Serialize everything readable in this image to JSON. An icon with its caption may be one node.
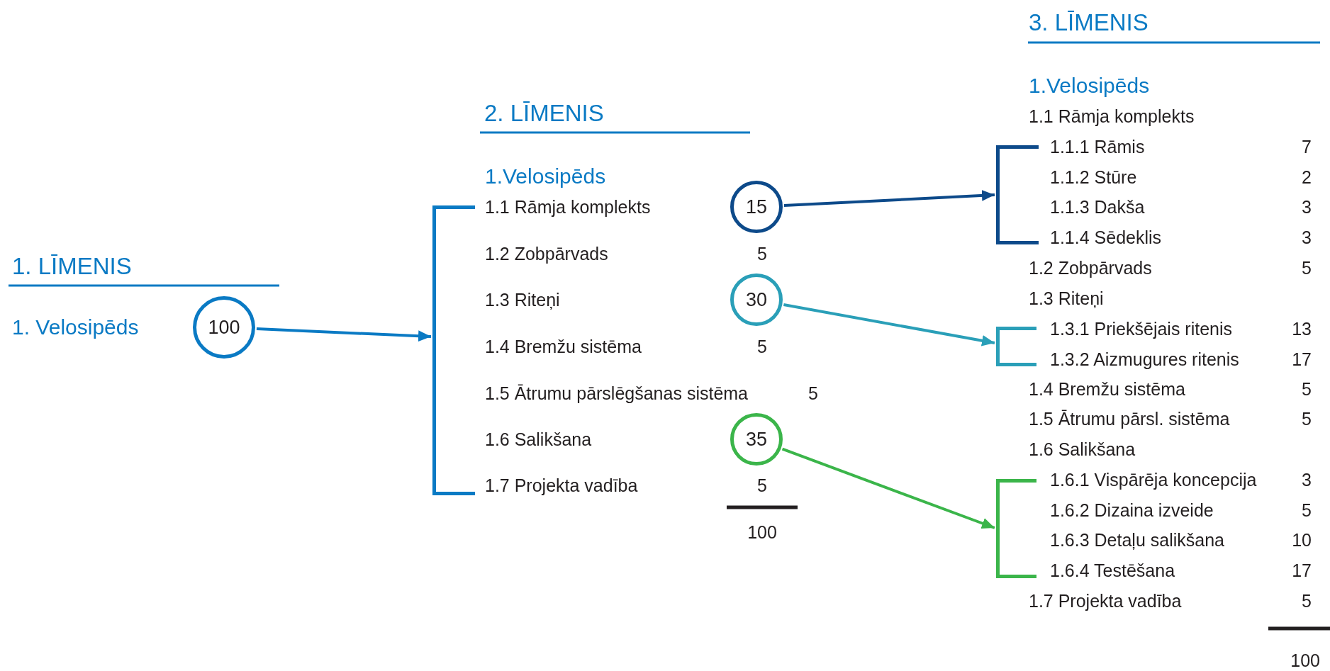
{
  "diagram": {
    "nodes": [
      {
        "text": [
          "100"
        ]
      },
      {
        "text": [],
        "shape": "bracket"
      },
      {
        "text": [
          "15"
        ]
      },
      {
        "text": [
          "30"
        ]
      },
      {
        "text": [
          "35"
        ]
      },
      {
        "text": [],
        "shape": "bracket"
      },
      {
        "text": [],
        "shape": "bracket"
      },
      {
        "text": [],
        "shape": "bracket"
      }
    ],
    "edges": [
      {
        "from": 0,
        "to": 1,
        "arrow": "to"
      },
      {
        "from": 2,
        "to": 5,
        "arrow": "to",
        "color": "#0d4a8a"
      },
      {
        "from": 3,
        "to": 6,
        "arrow": "to",
        "color": "#2a9fb8"
      },
      {
        "from": 4,
        "to": 7,
        "arrow": "to",
        "color": "#3bb54a"
      }
    ],
    "labels": [
      "1. LĪMENIS",
      "1. Velosipēds",
      "2. LĪMENIS",
      "1.Velosipēds",
      "1.1 Rāmja komplekts",
      "1.2 Zobpārvads",
      "5",
      "1.3 Riteņi",
      "1.4 Bremžu sistēma",
      "5",
      "1.5 Ātrumu pārslēgšanas sistēma",
      "5",
      "1.6 Salikšana",
      "1.7 Projekta vadība",
      "5",
      "100",
      "3. LĪMENIS",
      "1.Velosipēds",
      "1.1 Rāmja komplekts",
      "1.1.1 Rāmis",
      "7",
      "1.1.2 Stūre",
      "2",
      "1.1.3 Dakša",
      "3",
      "1.1.4 Sēdeklis",
      "3",
      "1.2 Zobpārvads",
      "5",
      "1.3 Riteņi",
      "1.3.1 Priekšējais ritenis",
      "13",
      "1.3.2 Aizmugures ritenis",
      "17",
      "1.4 Bremžu sistēma",
      "5",
      "1.5 Ātrumu pārsl. sistēma",
      "5",
      "1.6 Salikšana",
      "1.6.1 Vispārēja koncepcija",
      "3",
      "1.6.2 Dizaina izveide",
      "5",
      "1.6.3 Detaļu salikšana",
      "10",
      "1.6.4 Testēšana",
      "17",
      "1.7 Projekta vadība",
      "5",
      "100"
    ]
  }
}
